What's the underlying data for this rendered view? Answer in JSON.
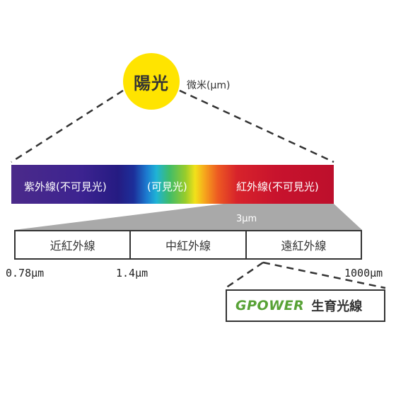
{
  "sun": {
    "label": "陽光",
    "color": "#ffe400"
  },
  "unit_note": "微米(μm)",
  "spectrum": {
    "uv_label": "紫外線(不可見光)",
    "visible_label": "(可見光)",
    "ir_label": "紅外線(不可見光)"
  },
  "ir_range_label": "3μm",
  "ir_bands": [
    {
      "label": "近紅外線"
    },
    {
      "label": "中紅外線"
    },
    {
      "label": "遠紅外線"
    }
  ],
  "ticks": {
    "t1": "0.78μm",
    "t2": "1.4μm",
    "t3": "1000μm"
  },
  "gpower": {
    "logo": "GPOWER",
    "name": "生育光線",
    "logo_color": "#58a236"
  }
}
